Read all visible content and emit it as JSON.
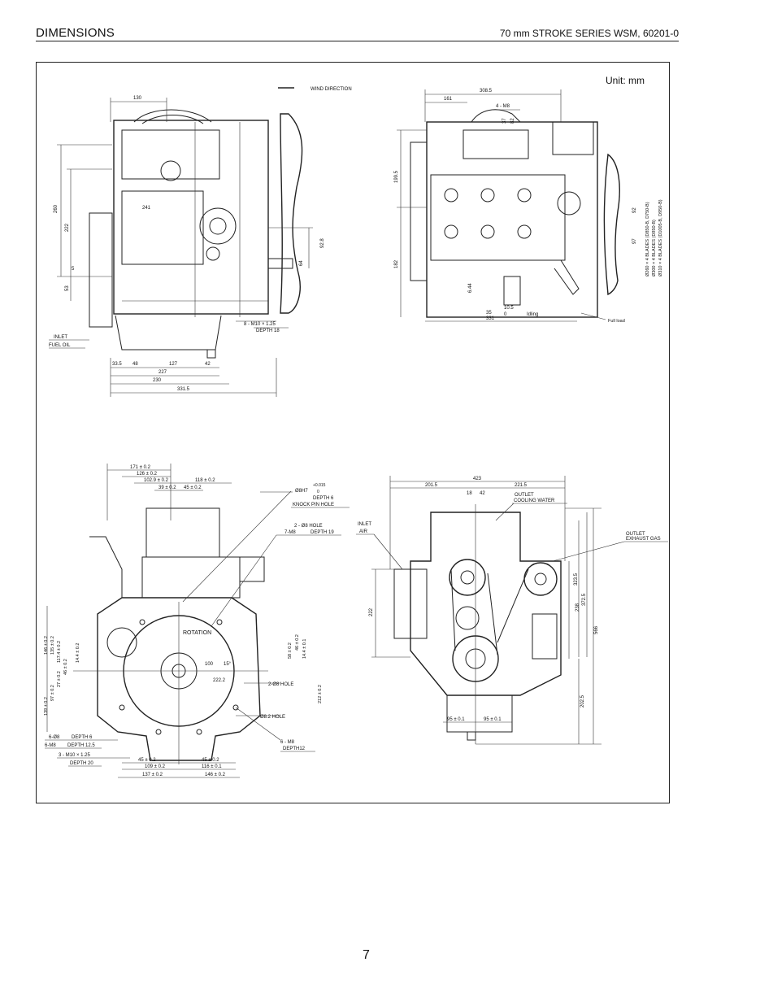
{
  "header": {
    "section_title": "DIMENSIONS",
    "series_info": "70 mm STROKE SERIES  WSM, 60201-0"
  },
  "unit_label": "Unit: mm",
  "page_number": "7",
  "views": {
    "top_left": {
      "labels": {
        "wind_direction": "WIND DIRECTION",
        "inlet": "INLET",
        "fuel_oil": "FUEL OIL",
        "bolt": "8 - M10 × 1.25",
        "depth18": "DEPTH 18"
      },
      "dims": [
        "130",
        "241",
        "260",
        "222",
        "5",
        "53",
        "92.8",
        "64",
        "33.5",
        "48",
        "127",
        "227",
        "230",
        "331.5",
        "42"
      ]
    },
    "top_right": {
      "labels": {
        "m8": "4 - M8",
        "full_load": "Full load",
        "idling": "Idling",
        "blades1": "Ø260 × 4   BLADES (D850-B, D750-B)",
        "blades2": "Ø300 × 4   BLADES (D950-B)",
        "blades3": "Ø310 × 4   BLADES (D1005-B, D950-B)"
      },
      "dims": [
        "308.5",
        "161",
        "37",
        "82",
        "199.5",
        "182",
        "92",
        "97",
        "35",
        "6.44",
        "331",
        "10.5",
        "0"
      ]
    },
    "bottom_left": {
      "labels": {
        "pin_hole1": "Ø8H7",
        "pin_tol": "+0.015",
        "pin_tol0": "0",
        "depth6": "DEPTH 6",
        "knock_pin": "KNOCK PIN HOLE",
        "hole2": "2 - Ø8 HOLE",
        "m8depth": "7-M8",
        "depth19": "DEPTH 19",
        "rotation": "ROTATION",
        "hole3": "2-Ø8 HOLE",
        "hole4": "Ø8.2  HOLE",
        "left1": "6-Ø8",
        "left1b": "DEPTH 6",
        "left2": "6-M8",
        "left2b": "DEPTH 12.5",
        "left3": "3 - M10 × 1.25",
        "left3b": "DEPTH 20",
        "right1": "6 - M8",
        "right1b": "DEPTH12"
      },
      "dims": [
        "171 ± 0.2",
        "126 ± 0.2",
        "102.9 ± 0.2",
        "118 ± 0.2",
        "39 ± 0.2",
        "45 ± 0.2",
        "146 ± 0.2",
        "135 ± 0.2",
        "117.4 ± 0.2",
        "14.4 ± 0.2",
        "46 ± 0.2",
        "27 ± 0.2",
        "97 ± 0.2",
        "139 ± 0.2",
        "58 ± 0.2",
        "46 ± 0.2",
        "14.4 ± 0.1",
        "100",
        "15°",
        "222.2",
        "212 ± 0.2",
        "45 ± 0.2",
        "109 ± 0.2",
        "45 ± 0.2",
        "116 ± 0.1",
        "137 ± 0.2",
        "146 ± 0.2"
      ]
    },
    "bottom_right": {
      "labels": {
        "inlet": "INLET",
        "air": "AIR",
        "outlet1": "OUTLET",
        "cooling": "COOLING WATER",
        "outlet2": "OUTLET",
        "exhaust": "EXHAUST GAS"
      },
      "dims": [
        "423",
        "201.5",
        "221.5",
        "18",
        "42",
        "222",
        "323.5",
        "372.5",
        "238",
        "566",
        "202.5",
        "95 ± 0.1",
        "95 ± 0.1"
      ]
    }
  }
}
